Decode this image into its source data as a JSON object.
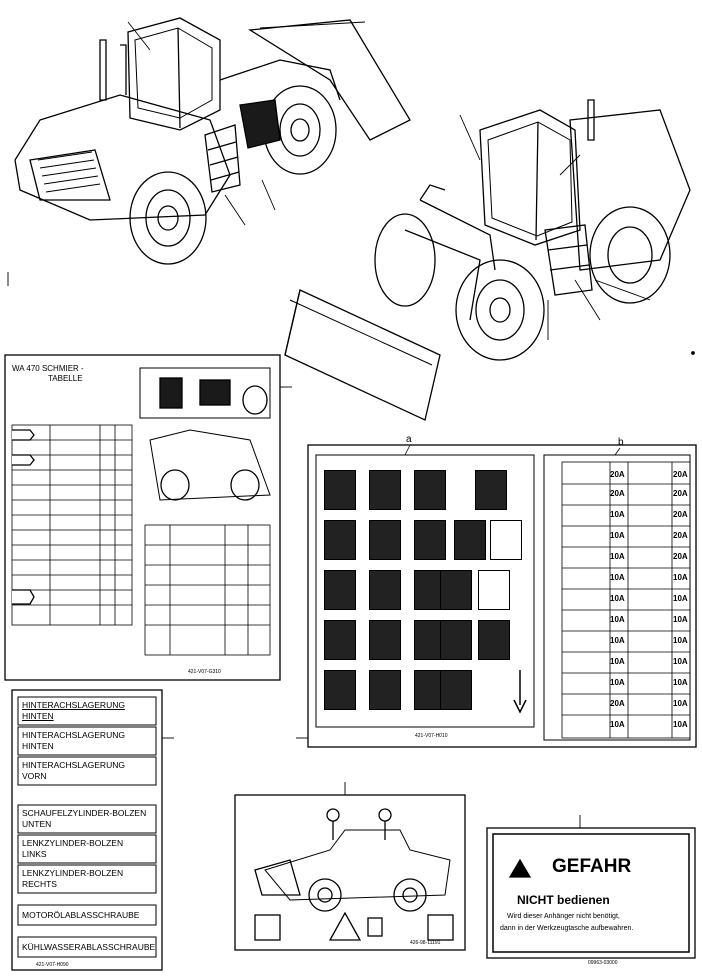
{
  "schmier_tabelle": {
    "title": "WA 470  SCHMIER -",
    "subtitle": "TABELLE",
    "part_no": "421-V07-G310"
  },
  "fuse_panel": {
    "marker_a": "a",
    "marker_b": "b",
    "part_no": "421-V07-H010",
    "amps": [
      "20A",
      "20A",
      "20A",
      "20A",
      "10A",
      "20A",
      "10A",
      "20A",
      "10A",
      "20A",
      "10A",
      "10A",
      "10A",
      "10A",
      "10A",
      "10A",
      "10A",
      "10A",
      "10A",
      "10A",
      "20A",
      "10A",
      "10A",
      "10A",
      "10A",
      "10A"
    ]
  },
  "bolt_plates": {
    "items": [
      {
        "line1": "HINTERACHSLAGERUNG",
        "line2": "HINTEN"
      },
      {
        "line1": "HINTERACHSLAGERUNG",
        "line2": "HINTEN"
      },
      {
        "line1": "HINTERACHSLAGERUNG",
        "line2": "VORN"
      },
      {
        "line1": "SCHAUFELZYLINDER-BOLZEN",
        "line2": "UNTEN"
      },
      {
        "line1": "LENKZYLINDER-BOLZEN",
        "line2": "LINKS"
      },
      {
        "line1": "LENKZYLINDER-BOLZEN",
        "line2": "RECHTS"
      },
      {
        "line1": "MOTORÖLABLASSCHRAUBE",
        "line2": ""
      },
      {
        "line1": "KÜHLWASSERABLASSCHRAUBE",
        "line2": ""
      }
    ],
    "part_no": "421-V07-H090"
  },
  "loader_decal": {
    "part_no": "426-98-11191"
  },
  "warning_decal": {
    "title": "GEFAHR",
    "subtitle": "NICHT bedienen",
    "text1": "Wird dieser Anhänger nicht benötigt,",
    "text2": "dann in der Werkzeugtasche aufbewahren.",
    "part_no": "09963-03000"
  },
  "colors": {
    "line": "#000000",
    "paper": "#ffffff",
    "fill_dark": "#1a1a1a"
  }
}
